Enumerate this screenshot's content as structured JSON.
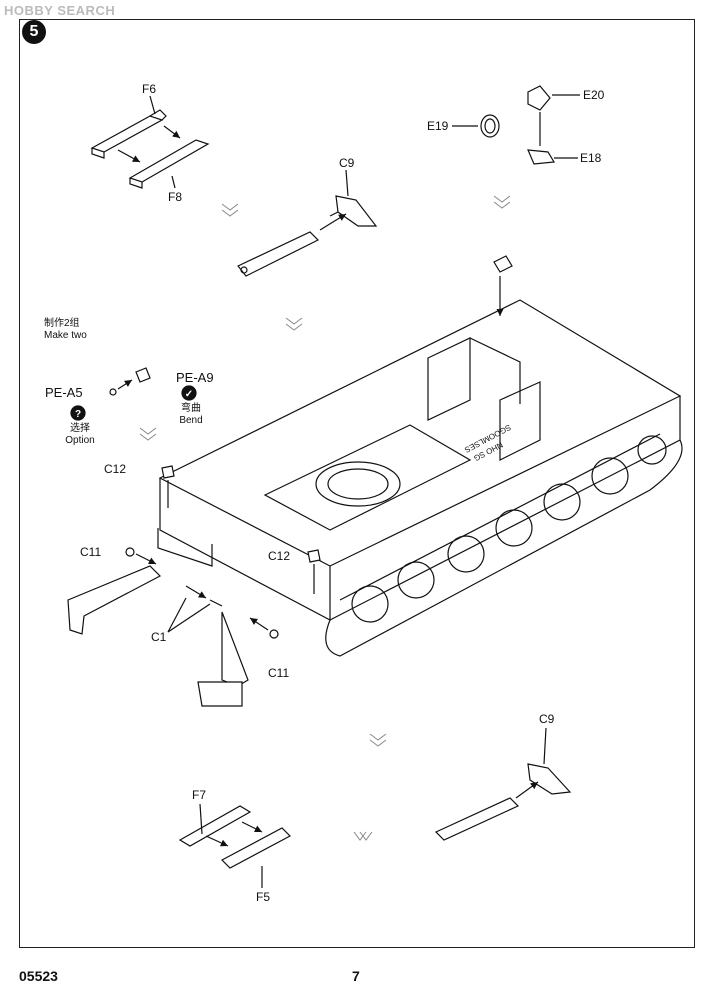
{
  "watermark": "HOBBY SEARCH",
  "step": "5",
  "make_two": {
    "zh": "制作2组",
    "en": "Make two"
  },
  "option": {
    "zh": "选择",
    "en": "Option",
    "icon": "question-icon"
  },
  "bend": {
    "zh": "弯曲",
    "en": "Bend",
    "icon": "check-icon"
  },
  "parts": {
    "F6": "F6",
    "F8": "F8",
    "C9_top": "C9",
    "E20": "E20",
    "E19": "E19",
    "E18": "E18",
    "PE_A5": "PE-A5",
    "PE_A9": "PE-A9",
    "C12_left": "C12",
    "C12_right": "C12",
    "C11_left": "C11",
    "C11_right": "C11",
    "C1": "C1",
    "C9_bottom": "C9",
    "F7": "F7",
    "F5": "F5"
  },
  "hull_marking": {
    "line1": "SGOOMLSES",
    "line2": "NHO SG"
  },
  "footer": {
    "code": "05523",
    "page": "7"
  }
}
